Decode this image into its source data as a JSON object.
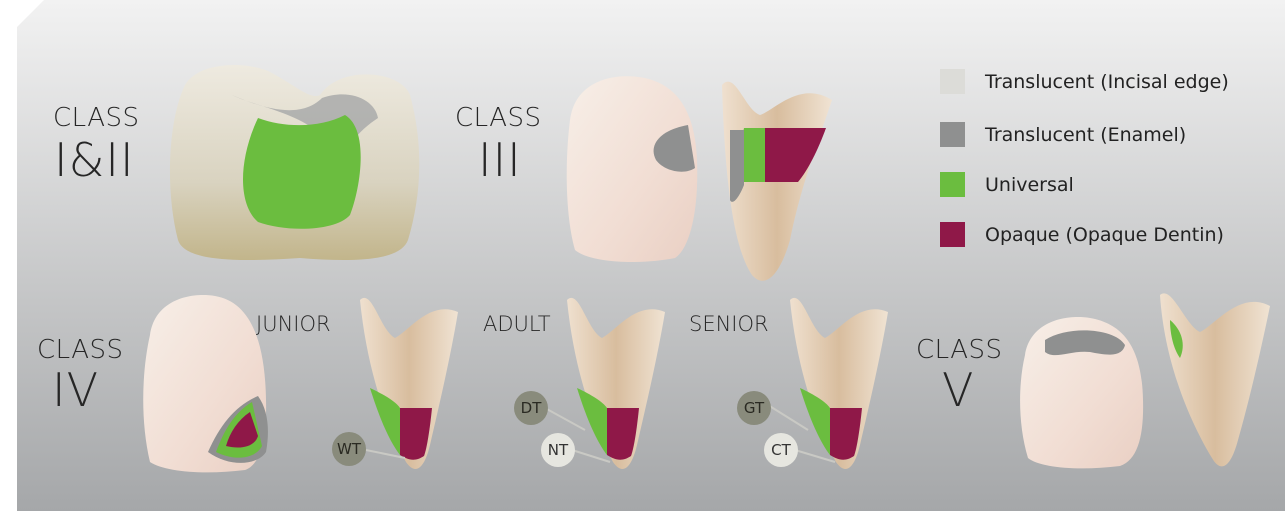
{
  "colors": {
    "translucent_incisal": "#dcdcd8",
    "translucent_enamel": "#8f9090",
    "universal": "#6bbd3f",
    "opaque": "#8f1848"
  },
  "classes": {
    "c1": {
      "title": "CLASS",
      "numeral": "I&II"
    },
    "c3": {
      "title": "CLASS",
      "numeral": "III"
    },
    "c4": {
      "title": "CLASS",
      "numeral": "IV"
    },
    "c5": {
      "title": "CLASS",
      "numeral": "V"
    }
  },
  "ages": {
    "junior": "JUNIOR",
    "adult": "ADULT",
    "senior": "SENIOR"
  },
  "legend": [
    {
      "label": "Translucent (Incisal edge)",
      "color": "#dcdcd8"
    },
    {
      "label": "Translucent (Enamel)",
      "color": "#8f9090"
    },
    {
      "label": "Universal",
      "color": "#6bbd3f"
    },
    {
      "label": "Opaque (Opaque Dentin)",
      "color": "#8f1848"
    }
  ],
  "badges": {
    "wt": "WT",
    "dt": "DT",
    "nt": "NT",
    "gt": "GT",
    "ct": "CT"
  }
}
